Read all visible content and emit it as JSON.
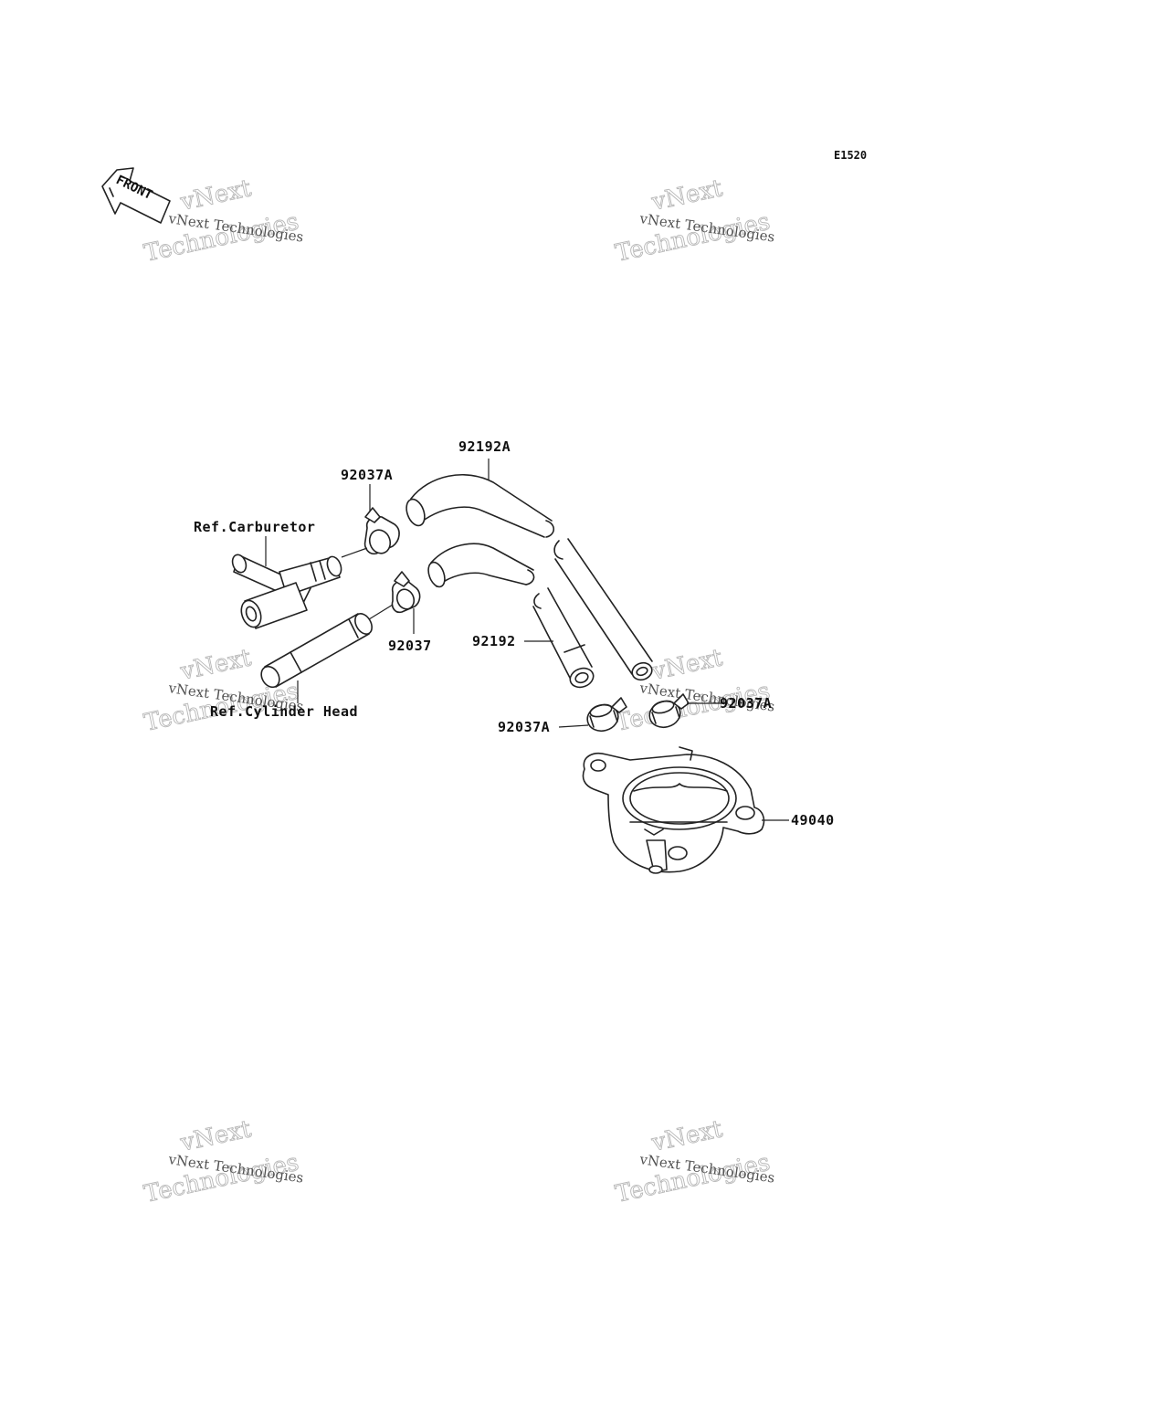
{
  "diagram": {
    "code": "E1520",
    "front_label": "FRONT",
    "parts": {
      "hose_upper": "92192A",
      "clamp_upper": "92037A",
      "ref_carburetor": "Ref.Carburetor",
      "clamp_small": "92037",
      "hose_lower": "92192",
      "ref_cylinder_head": "Ref.Cylinder Head",
      "clamp_bottom_left": "92037A",
      "clamp_bottom_right": "92037A",
      "valve": "49040"
    },
    "watermark": {
      "line1": "vNext Technologies",
      "line2": "Technologies",
      "line3": "vNext"
    }
  }
}
